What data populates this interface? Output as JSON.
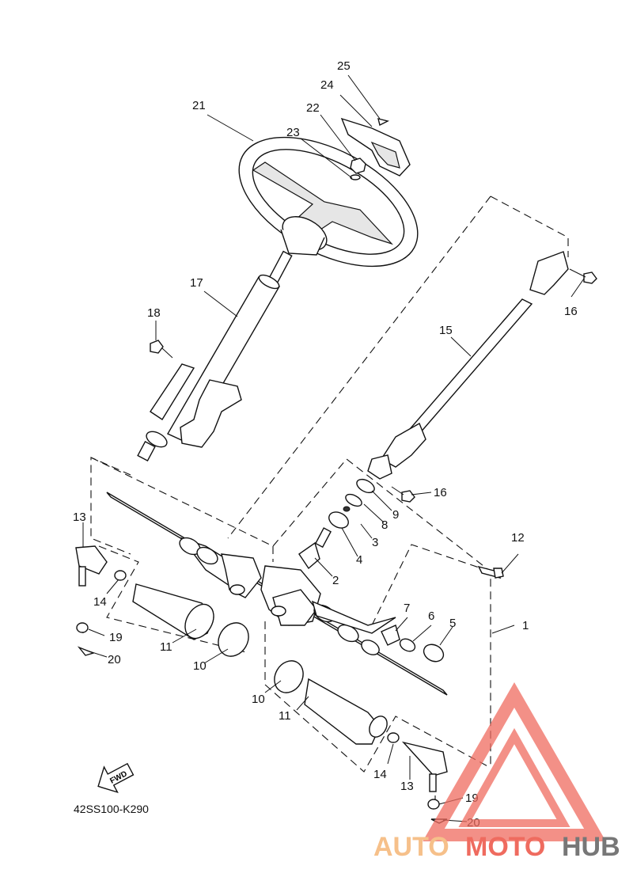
{
  "diagram": {
    "reference_code": "42SS100-K290",
    "fwd_label": "FWD",
    "callouts": {
      "c1": "1",
      "c2": "2",
      "c3": "3",
      "c4": "4",
      "c5": "5",
      "c6": "6",
      "c7": "7",
      "c8": "8",
      "c9": "9",
      "c10a": "10",
      "c10b": "10",
      "c11a": "11",
      "c11b": "11",
      "c12": "12",
      "c13a": "13",
      "c13b": "13",
      "c14a": "14",
      "c14b": "14",
      "c15": "15",
      "c16a": "16",
      "c16b": "16",
      "c17": "17",
      "c18": "18",
      "c19a": "19",
      "c19b": "19",
      "c20a": "20",
      "c20b": "20",
      "c21": "21",
      "c22": "22",
      "c23": "23",
      "c24": "24",
      "c25": "25"
    }
  },
  "watermark": {
    "part1": "AUTO",
    "part2": "MOTO",
    "part3": "HUB",
    "color_orange": "#f6c08a",
    "color_red": "#ef6b5f",
    "color_gray": "#777777"
  }
}
